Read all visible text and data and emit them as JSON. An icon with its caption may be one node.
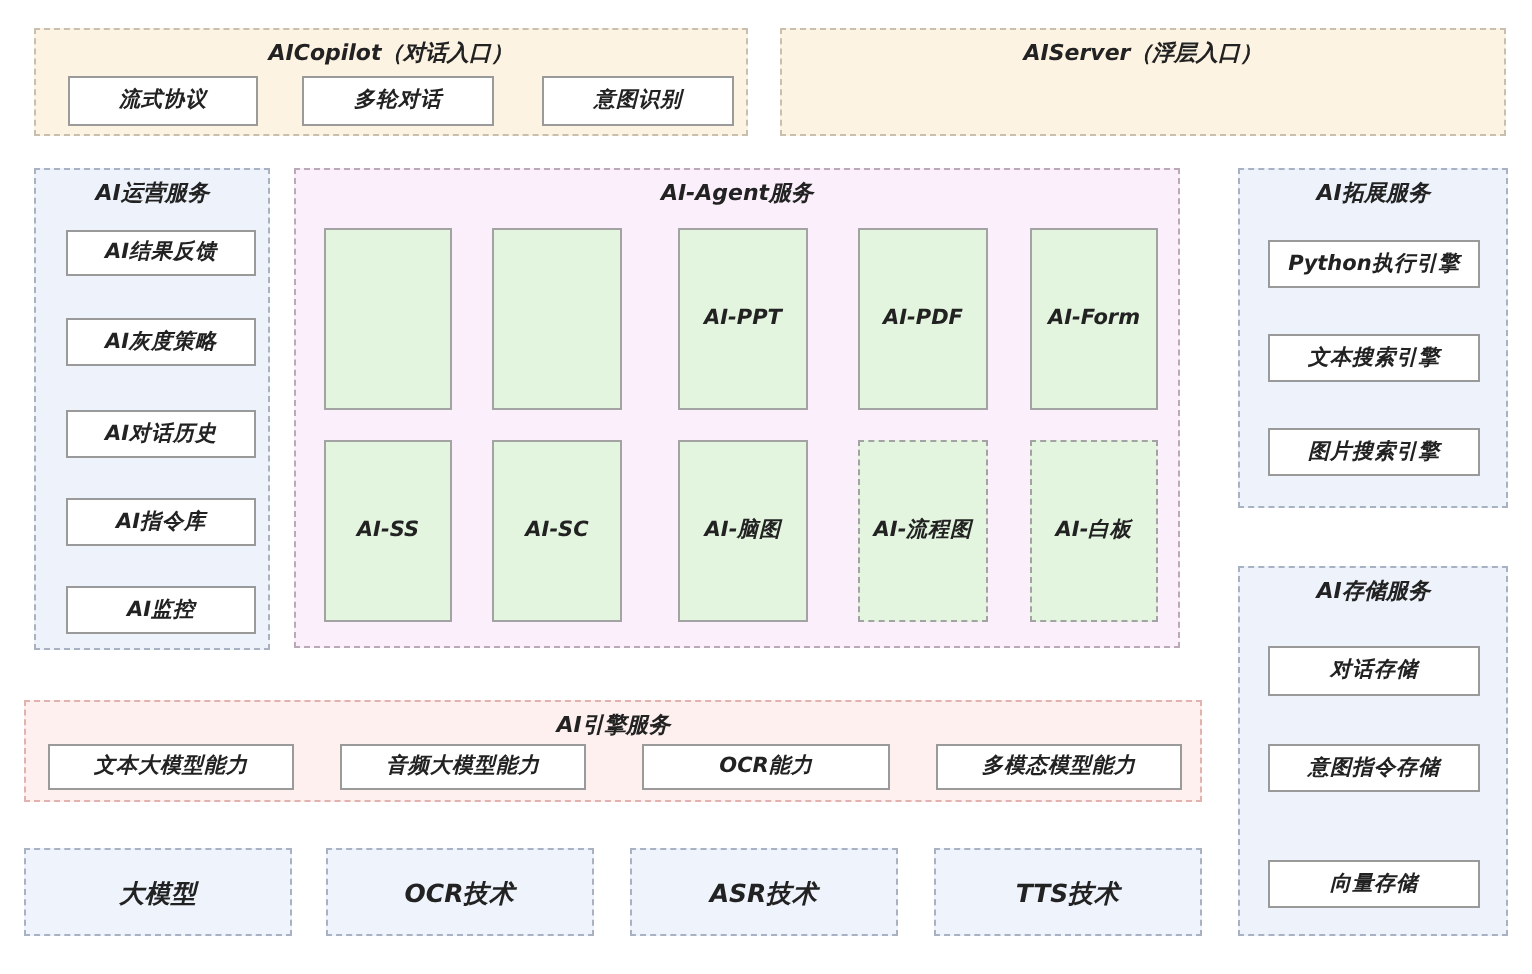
{
  "diagram": {
    "nodes": [
      {
        "text": [
          "AICopilot（对话入口）"
        ]
      },
      {
        "text": [
          "流式协议"
        ],
        "in": 0
      },
      {
        "text": [
          "多轮对话"
        ],
        "in": 0
      },
      {
        "text": [
          "意图识别"
        ],
        "in": 0
      },
      {
        "text": [
          "AIServer（浮层入口）"
        ]
      },
      {
        "text": [
          "AI运营服务"
        ]
      },
      {
        "text": [
          "AI结果反馈"
        ],
        "in": 5
      },
      {
        "text": [
          "AI灰度策略"
        ],
        "in": 5
      },
      {
        "text": [
          "AI对话历史"
        ],
        "in": 5
      },
      {
        "text": [
          "AI指令库"
        ],
        "in": 5
      },
      {
        "text": [
          "AI监控"
        ],
        "in": 5
      },
      {
        "text": [
          "AI-Agent服务"
        ]
      },
      {
        "text": [],
        "shape": "box",
        "in": 11
      },
      {
        "text": [],
        "shape": "box",
        "in": 11
      },
      {
        "text": [
          "AI-PPT"
        ],
        "in": 11
      },
      {
        "text": [
          "AI-PDF"
        ],
        "in": 11
      },
      {
        "text": [
          "AI-Form"
        ],
        "in": 11
      },
      {
        "text": [
          "AI-SS"
        ],
        "in": 11
      },
      {
        "text": [
          "AI-SC"
        ],
        "in": 11
      },
      {
        "text": [
          "AI-脑图"
        ],
        "in": 11
      },
      {
        "text": [
          "AI-流程图"
        ],
        "in": 11
      },
      {
        "text": [
          "AI-白板"
        ],
        "in": 11
      },
      {
        "text": [
          "AI拓展服务"
        ]
      },
      {
        "text": [
          "Python执行引擎"
        ],
        "in": 22
      },
      {
        "text": [
          "文本搜索引擎"
        ],
        "in": 22
      },
      {
        "text": [
          "图片搜索引擎"
        ],
        "in": 22
      },
      {
        "text": [
          "AI存储服务"
        ]
      },
      {
        "text": [
          "对话存储"
        ],
        "in": 26
      },
      {
        "text": [
          "意图指令存储"
        ],
        "in": 26
      },
      {
        "text": [
          "向量存储"
        ],
        "in": 26
      },
      {
        "text": [
          "AI引擎服务"
        ]
      },
      {
        "text": [
          "文本大模型能力"
        ],
        "in": 30
      },
      {
        "text": [
          "音频大模型能力"
        ],
        "in": 30
      },
      {
        "text": [
          "OCR能力"
        ],
        "in": 30
      },
      {
        "text": [
          "多模态模型能力"
        ],
        "in": 30
      },
      {
        "text": [
          "大模型"
        ]
      },
      {
        "text": [
          "OCR技术"
        ]
      },
      {
        "text": [
          "ASR技术"
        ]
      },
      {
        "text": [
          "TTS技术"
        ]
      }
    ]
  }
}
